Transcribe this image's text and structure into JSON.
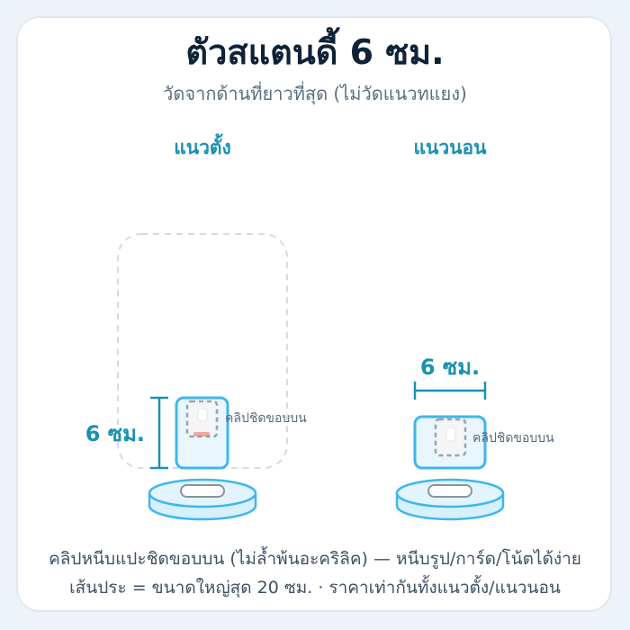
{
  "title": "ตัวสแตนดี้ 6 ซม.",
  "subtitle": "วัดจากด้านที่ยาวที่สุด (ไม่วัดแนวทแยง)",
  "portrait": {
    "heading": "แนวตั้ง",
    "size_label": "6 ซม.",
    "clip_label": "คลิปชิดขอบบน"
  },
  "landscape": {
    "heading": "แนวนอน",
    "size_label": "6 ซม.",
    "clip_label": "คลิปชิดขอบบน"
  },
  "footer": {
    "line1": "คลิปหนีบแปะชิดขอบบน (ไม่ล้ำพ้นอะคริลิค) — หนีบรูป/การ์ด/โน้ตได้ง่าย",
    "line2": "เส้นประ = ขนาดใหญ่สุด 20 ซม. · ราคาเท่ากันทั้งแนวตั้ง/แนวนอน"
  },
  "colors": {
    "accent": "#1a91b3",
    "acrylic_stroke": "#3fb6ee",
    "acrylic_fill": "#e9f6fd",
    "title": "#0f2238"
  }
}
